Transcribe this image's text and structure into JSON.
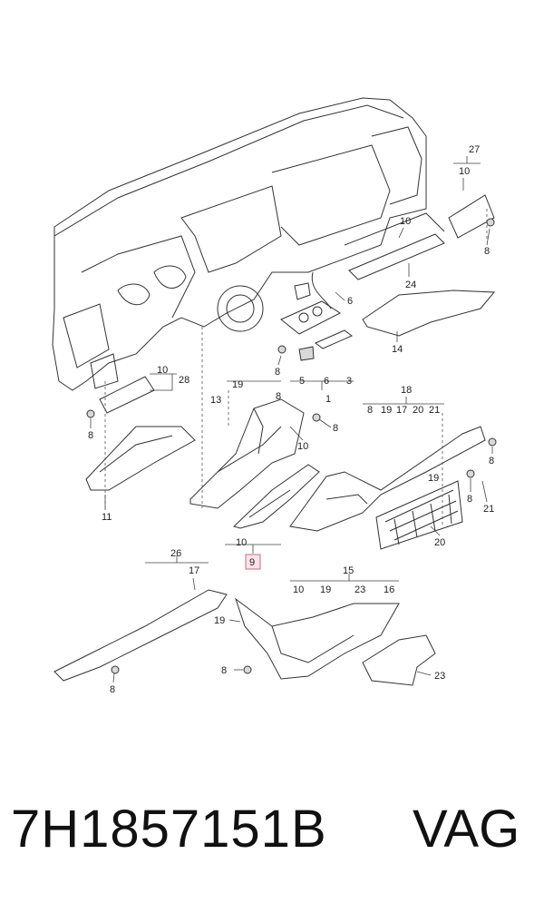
{
  "diagram": {
    "highlighted_part": "9",
    "callouts": {
      "c27": "27",
      "c10a": "10",
      "c8a": "8",
      "c10b": "10",
      "c24": "24",
      "c6a": "6",
      "c14": "14",
      "c8b": "8",
      "c5": "5",
      "c6b": "6",
      "c3": "3",
      "c1": "1",
      "c10c": "10",
      "c28": "28",
      "c8c": "8",
      "c11": "11",
      "c19a": "19",
      "c8d": "8",
      "c13": "13",
      "c8e": "8",
      "c10d": "10",
      "c10e": "10",
      "c9": "9",
      "c18": "18",
      "c8f": "8",
      "c19b": "19",
      "c17a": "17",
      "c20a": "20",
      "c21a": "21",
      "c8g": "8",
      "c19c": "19",
      "c8h": "8",
      "c21b": "21",
      "c20b": "20",
      "c26": "26",
      "c17b": "17",
      "c8i": "8",
      "c15": "15",
      "c10f": "10",
      "c19d": "19",
      "c23a": "23",
      "c16": "16",
      "c19e": "19",
      "c8j": "8",
      "c23b": "23"
    }
  },
  "caption": {
    "part_number": "7H1857151B",
    "brand": "VAG"
  }
}
